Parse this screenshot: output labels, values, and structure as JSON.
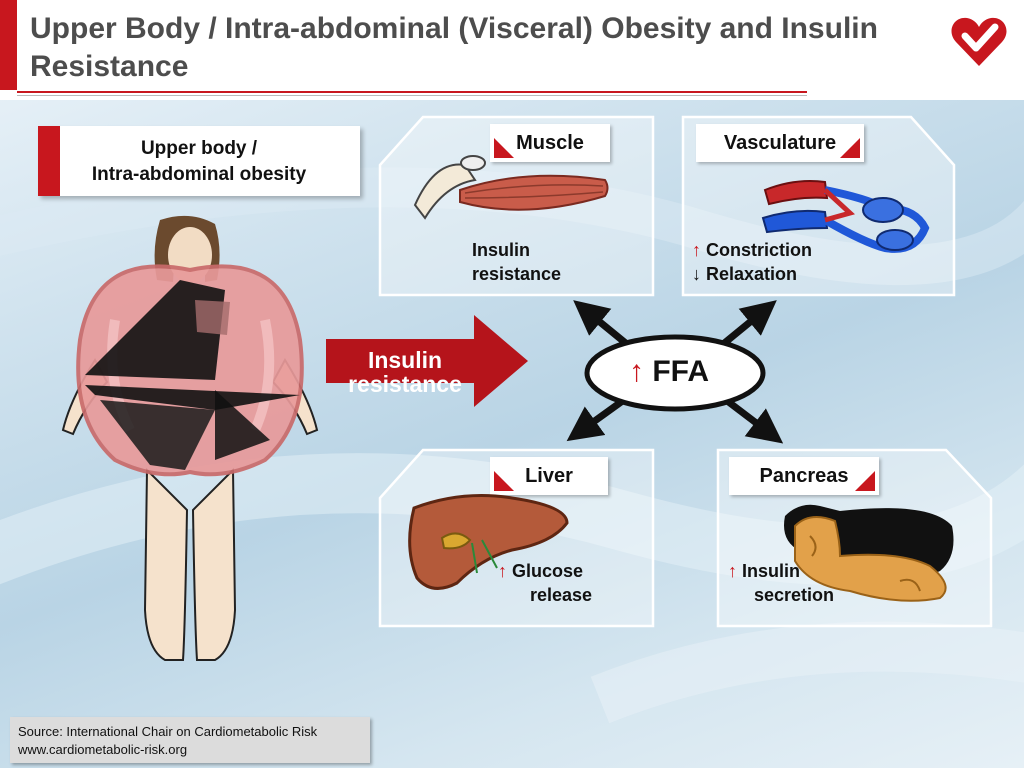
{
  "title": "Upper Body / Intra-abdominal (Visceral) Obesity and Insulin Resistance",
  "body_label": {
    "line1": "Upper body /",
    "line2": "Intra-abdominal obesity"
  },
  "center_arrow": {
    "line1": "Insulin",
    "line2": "resistance"
  },
  "ffa": {
    "arrow": "↑",
    "label": "FFA"
  },
  "panels": {
    "muscle": {
      "title": "Muscle",
      "line1": "Insulin",
      "line2": "resistance"
    },
    "vasculature": {
      "title": "Vasculature",
      "arrow1": "↑",
      "line1": "Constriction",
      "arrow2": "↓",
      "line2": "Relaxation"
    },
    "liver": {
      "title": "Liver",
      "arrow1": "↑",
      "line1": "Glucose",
      "line2": "release"
    },
    "pancreas": {
      "title": "Pancreas",
      "arrow1": "↑",
      "line1": "Insulin",
      "line2": "secretion"
    }
  },
  "source": {
    "line1": "Source: International Chair on Cardiometabolic Risk",
    "line2": "www.cardiometabolic-risk.org"
  },
  "colors": {
    "accent": "#c8171e",
    "title_text": "#4d4d4d",
    "background": "#cfe2ee"
  }
}
